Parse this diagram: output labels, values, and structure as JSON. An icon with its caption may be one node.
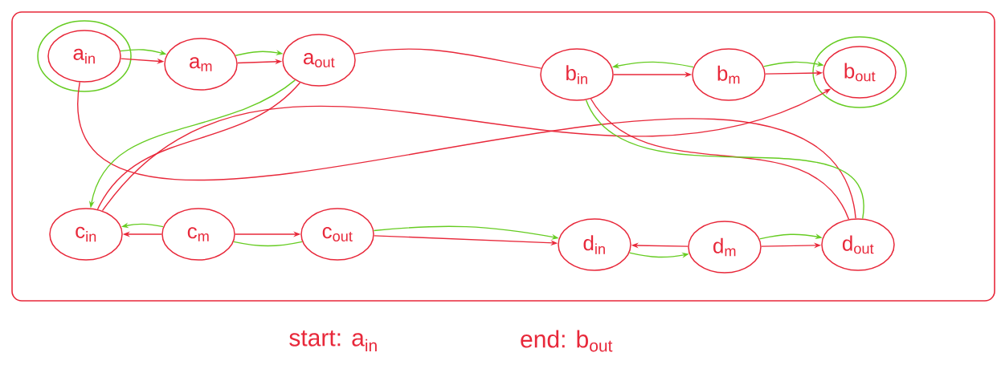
{
  "diagram": {
    "nodes": [
      {
        "text": [
          "a$_{in}$"
        ]
      },
      {
        "text": [
          "a$_{m}$"
        ]
      },
      {
        "text": [
          "a$_{out}$"
        ]
      },
      {
        "text": [
          "b$_{in}$"
        ]
      },
      {
        "text": [
          "b$_{m}$"
        ]
      },
      {
        "text": [
          "b$_{out}$"
        ]
      },
      {
        "text": [
          "c$_{in}$"
        ]
      },
      {
        "text": [
          "c$_{m}$"
        ]
      },
      {
        "text": [
          "c$_{out}$"
        ]
      },
      {
        "text": [
          "d$_{in}$"
        ]
      },
      {
        "text": [
          "d$_{m}$"
        ]
      },
      {
        "text": [
          "d$_{out}$"
        ]
      }
    ],
    "edges": [
      {
        "from": 0,
        "to": 1,
        "arrow": "to"
      },
      {
        "from": 1,
        "to": 2,
        "arrow": "to"
      },
      {
        "from": 2,
        "to": 3,
        "arrow": "none"
      },
      {
        "from": 3,
        "to": 4,
        "arrow": "to"
      },
      {
        "from": 4,
        "to": 5,
        "arrow": "to"
      },
      {
        "from": 7,
        "to": 6,
        "arrow": "to"
      },
      {
        "from": 7,
        "to": 8,
        "arrow": "to"
      },
      {
        "from": 8,
        "to": 9,
        "arrow": "to"
      },
      {
        "from": 10,
        "to": 9,
        "arrow": "to"
      },
      {
        "from": 10,
        "to": 11,
        "arrow": "to"
      },
      {
        "from": 0,
        "to": 11,
        "arrow": "none"
      },
      {
        "from": 6,
        "to": 5,
        "arrow": "to"
      },
      {
        "from": 6,
        "to": 2,
        "arrow": "none"
      },
      {
        "from": 3,
        "to": 11,
        "arrow": "none"
      },
      {
        "from": 0,
        "to": 1,
        "arrow": "to",
        "color": "#66cc22"
      },
      {
        "from": 1,
        "to": 2,
        "arrow": "to",
        "color": "#66cc22"
      },
      {
        "from": 2,
        "to": 6,
        "arrow": "to",
        "color": "#66cc22"
      },
      {
        "from": 7,
        "to": 6,
        "arrow": "to",
        "color": "#66cc22"
      },
      {
        "from": 7,
        "to": 8,
        "arrow": "none",
        "color": "#66cc22"
      },
      {
        "from": 8,
        "to": 9,
        "arrow": "to",
        "color": "#66cc22"
      },
      {
        "from": 9,
        "to": 10,
        "arrow": "to",
        "color": "#66cc22"
      },
      {
        "from": 10,
        "to": 11,
        "arrow": "to",
        "color": "#66cc22"
      },
      {
        "from": 11,
        "to": 3,
        "arrow": "none",
        "color": "#66cc22"
      },
      {
        "from": 4,
        "to": 3,
        "arrow": "to",
        "color": "#66cc22"
      },
      {
        "from": 4,
        "to": 5,
        "arrow": "to",
        "color": "#66cc22"
      }
    ],
    "labels": [
      "start: a$_{in}$",
      "end: b$_{out}$"
    ]
  }
}
